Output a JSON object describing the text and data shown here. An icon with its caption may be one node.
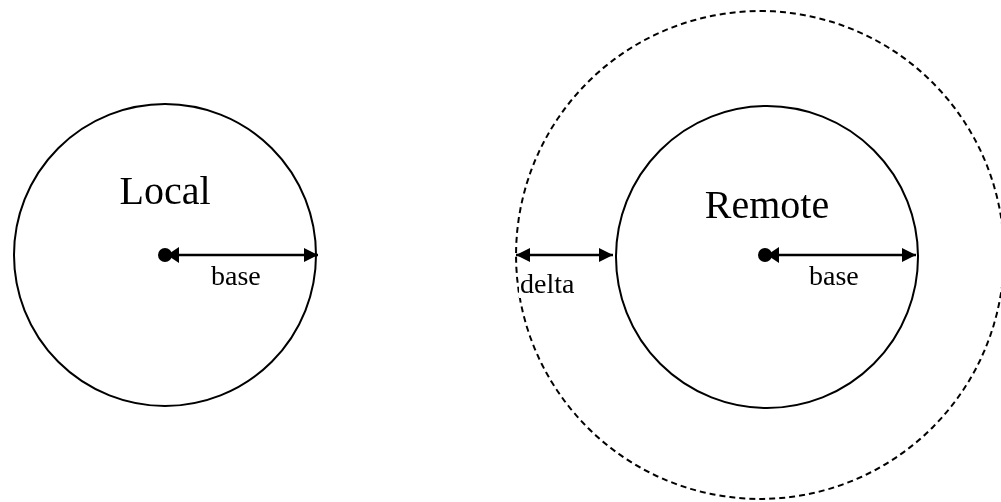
{
  "diagram": {
    "nodes": [
      {
        "text": [
          "Local"
        ]
      },
      {
        "text": [],
        "shape": "circle"
      },
      {
        "text": [
          "Remote"
        ],
        "in": 1
      }
    ],
    "edges": [
      {
        "from": 1,
        "to": 2,
        "arrow": "both",
        "label": "delta"
      }
    ],
    "labels": [
      "base",
      "base"
    ]
  }
}
